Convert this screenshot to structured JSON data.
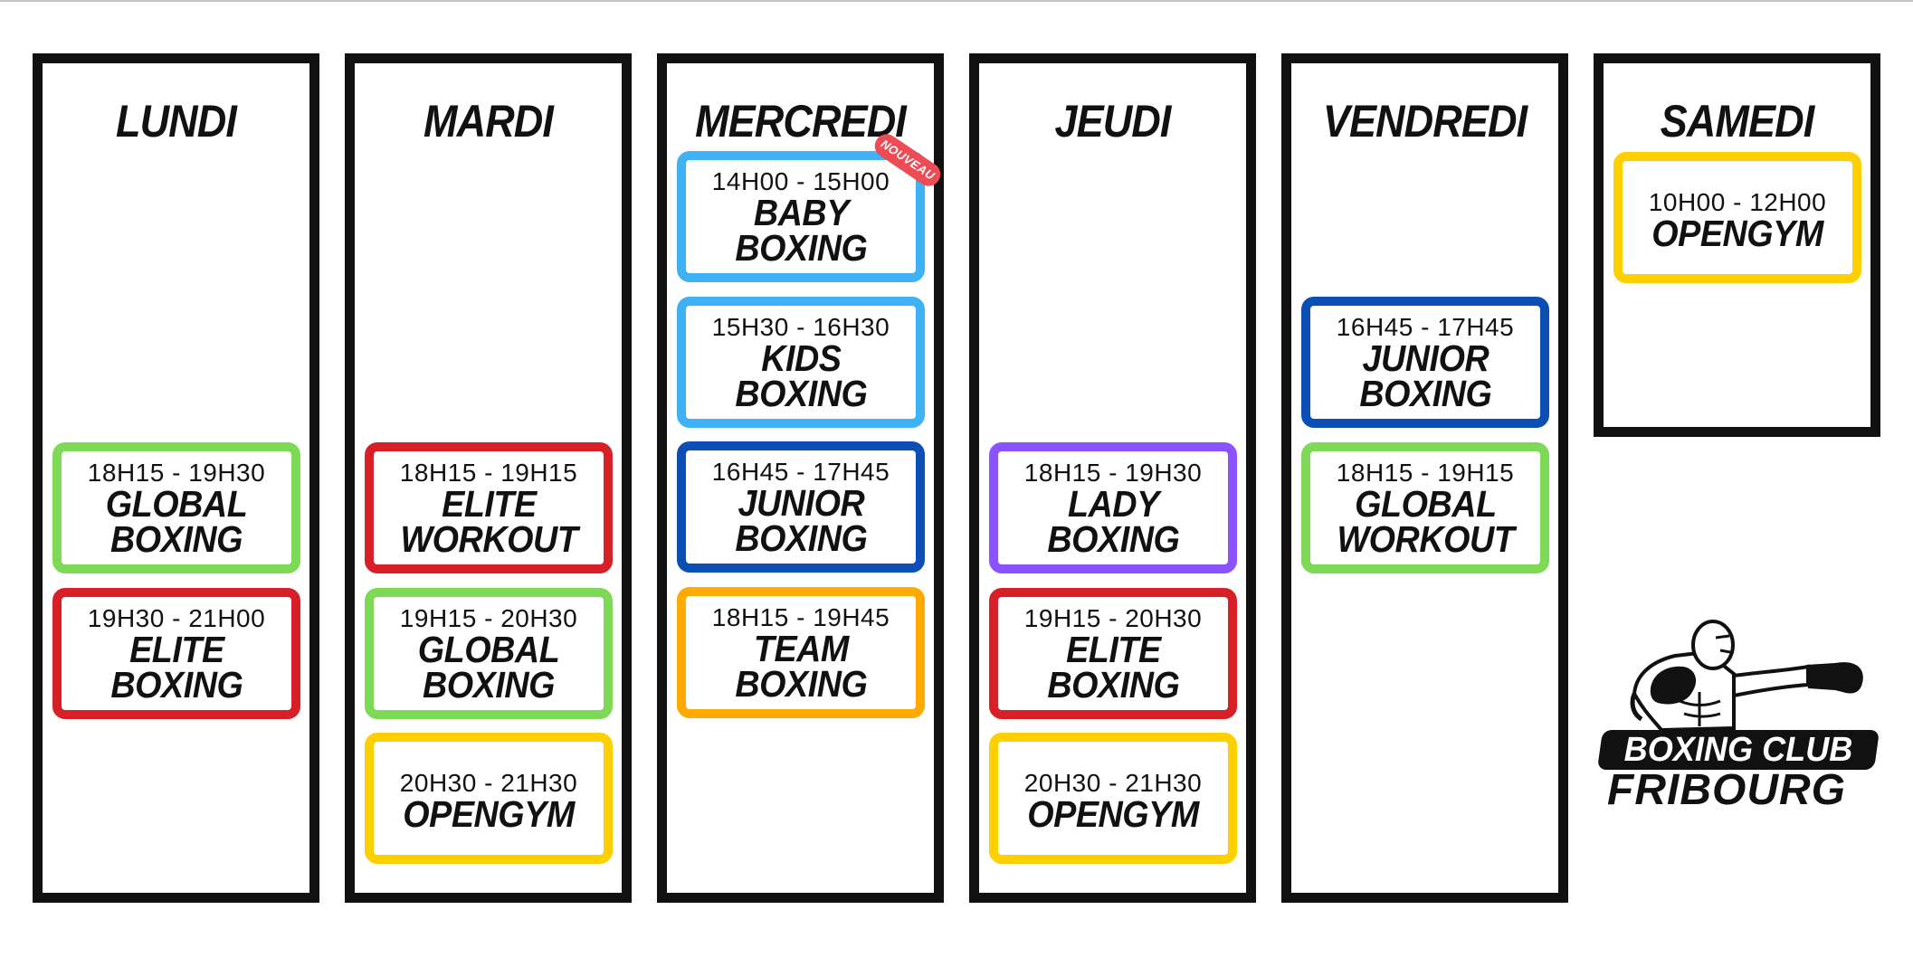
{
  "colors": {
    "column_border": "#111111",
    "green": "#7ed957",
    "red": "#d61f26",
    "yellow": "#ffd000",
    "light_blue": "#3fb2f5",
    "dark_blue": "#0b4fb5",
    "orange": "#ffaa00",
    "purple": "#8c52ff",
    "badge_red": "#ef4b55"
  },
  "days": [
    {
      "name": "LUNDI",
      "classes": [
        {
          "time": "18H15 - 19H30",
          "title": "GLOBAL\nBOXING",
          "color": "green"
        },
        {
          "time": "19H30 - 21H00",
          "title": "ELITE\nBOXING",
          "color": "red"
        }
      ]
    },
    {
      "name": "MARDI",
      "classes": [
        {
          "time": "18H15 - 19H15",
          "title": "ELITE\nWORKOUT",
          "color": "red"
        },
        {
          "time": "19H15 - 20H30",
          "title": "GLOBAL\nBOXING",
          "color": "green"
        },
        {
          "time": "20H30 - 21H30",
          "title": "OPENGYM",
          "color": "yellow"
        }
      ]
    },
    {
      "name": "MERCREDI",
      "classes": [
        {
          "time": "14H00 - 15H00",
          "title": "BABY\nBOXING",
          "color": "light_blue",
          "badge": "NOUVEAU"
        },
        {
          "time": "15H30 - 16H30",
          "title": "KIDS\nBOXING",
          "color": "light_blue"
        },
        {
          "time": "16H45 - 17H45",
          "title": "JUNIOR\nBOXING",
          "color": "dark_blue"
        },
        {
          "time": "18H15 - 19H45",
          "title": "TEAM\nBOXING",
          "color": "orange"
        }
      ]
    },
    {
      "name": "JEUDI",
      "classes": [
        {
          "time": "18H15 - 19H30",
          "title": "LADY\nBOXING",
          "color": "purple"
        },
        {
          "time": "19H15 - 20H30",
          "title": "ELITE\nBOXING",
          "color": "red"
        },
        {
          "time": "20H30 - 21H30",
          "title": "OPENGYM",
          "color": "yellow"
        }
      ]
    },
    {
      "name": "VENDREDI",
      "classes": [
        {
          "time": "16H45 - 17H45",
          "title": "JUNIOR\nBOXING",
          "color": "dark_blue"
        },
        {
          "time": "18H15 - 19H15",
          "title": "GLOBAL\nWORKOUT",
          "color": "green"
        }
      ]
    },
    {
      "name": "SAMEDI",
      "classes": [
        {
          "time": "10H00 - 12H00",
          "title": "OPENGYM",
          "color": "yellow"
        }
      ]
    }
  ],
  "logo": {
    "banner": "BOXING CLUB",
    "city": "FRIBOURG"
  }
}
